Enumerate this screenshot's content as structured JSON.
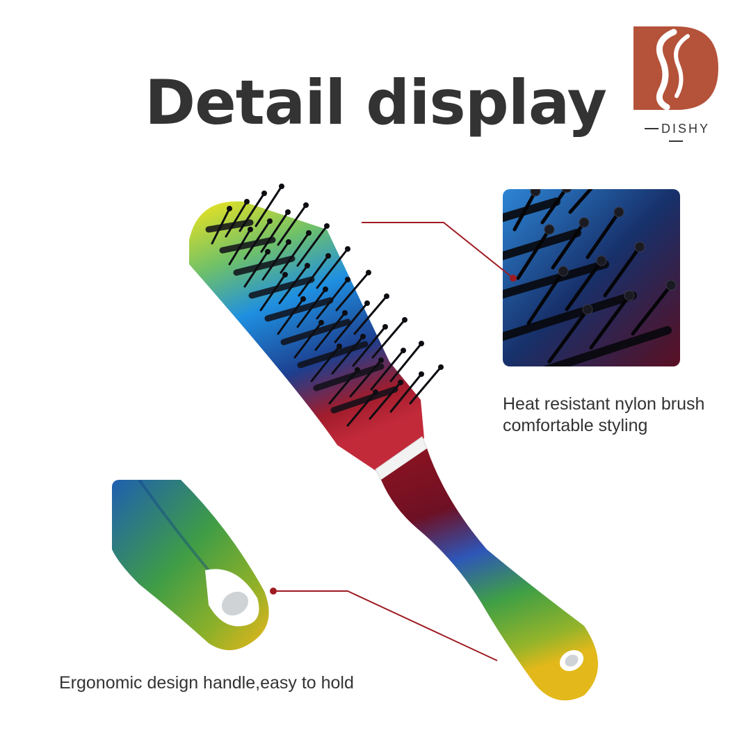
{
  "header": {
    "title": "Detail display"
  },
  "brand": {
    "name": "DISHY",
    "logo_icon": "hair-wave-d-logo-icon",
    "logo_color": "#b5523a"
  },
  "callouts": {
    "bristles": {
      "line1": "Heat resistant nylon brush",
      "line2": "comfortable styling"
    },
    "handle": {
      "text": "Ergonomic design handle,easy to hold"
    }
  },
  "colors": {
    "title": "#333333",
    "leader_line": "#9e1b22",
    "gradient": [
      "#f2e21a",
      "#2a8ee0",
      "#9a1e2a",
      "#2f6bd6",
      "#4aa33a",
      "#d8b21a"
    ]
  }
}
